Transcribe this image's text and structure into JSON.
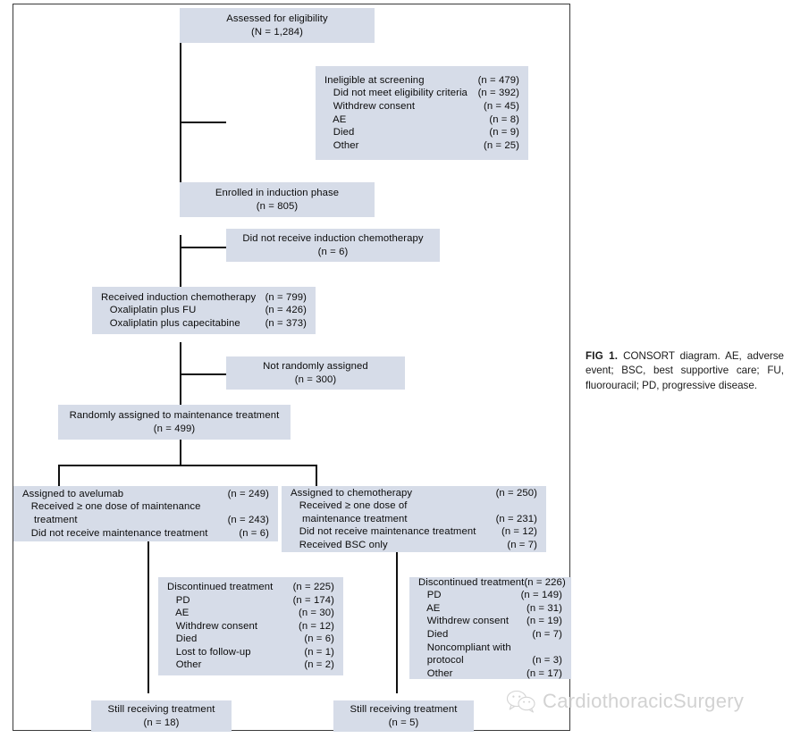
{
  "figure": {
    "caption_label": "FIG 1.",
    "caption_text": " CONSORT diagram. AE, adverse event; BSC, best supportive care; FU, fluorouracil; PD, progressive disease."
  },
  "watermark": {
    "icon": "wechat-icon",
    "text": "CardiothoracicSurgery"
  },
  "chart_data": {
    "type": "diagram",
    "title": "CONSORT diagram",
    "nodes": [
      {
        "id": "assessed",
        "lines": [
          "Assessed for eligibility",
          "(N = 1,284)"
        ]
      },
      {
        "id": "ineligible",
        "rows": [
          {
            "label": "Ineligible at screening",
            "n": "(n = 479)"
          },
          {
            "label": "   Did not meet eligibility criteria",
            "n": "(n = 392)"
          },
          {
            "label": "   Withdrew consent",
            "n": "(n = 45)"
          },
          {
            "label": "   AE",
            "n": "(n = 8)"
          },
          {
            "label": "   Died",
            "n": "(n = 9)"
          },
          {
            "label": "   Other",
            "n": "(n = 25)"
          }
        ]
      },
      {
        "id": "enrolled",
        "lines": [
          "Enrolled in induction phase",
          "(n = 805)"
        ]
      },
      {
        "id": "no-induction",
        "lines": [
          "Did not receive induction chemotherapy",
          "(n = 6)"
        ]
      },
      {
        "id": "received-induction",
        "rows": [
          {
            "label": "Received induction chemotherapy",
            "n": "(n = 799)"
          },
          {
            "label": "   Oxaliplatin plus FU",
            "n": "(n = 426)"
          },
          {
            "label": "   Oxaliplatin plus capecitabine",
            "n": "(n = 373)"
          }
        ]
      },
      {
        "id": "not-randomized",
        "lines": [
          "Not randomly assigned",
          "(n = 300)"
        ]
      },
      {
        "id": "randomized",
        "lines": [
          "Randomly assigned to maintenance treatment",
          "(n = 499)"
        ]
      },
      {
        "id": "avelumab-arm",
        "rows": [
          {
            "label": "Assigned to avelumab",
            "n": "(n = 249)"
          },
          {
            "label": "   Received ≥ one dose of maintenance",
            "n": ""
          },
          {
            "label": "    treatment",
            "n": "(n = 243)"
          },
          {
            "label": "   Did not receive maintenance treatment",
            "n": "(n = 6)"
          }
        ]
      },
      {
        "id": "chemo-arm",
        "rows": [
          {
            "label": "Assigned to chemotherapy",
            "n": "(n = 250)"
          },
          {
            "label": "   Received ≥ one dose of",
            "n": ""
          },
          {
            "label": "    maintenance treatment",
            "n": "(n = 231)"
          },
          {
            "label": "   Did not receive maintenance treatment",
            "n": "(n = 12)"
          },
          {
            "label": "   Received BSC only",
            "n": "(n = 7)"
          }
        ]
      },
      {
        "id": "avelumab-discontinued",
        "rows": [
          {
            "label": "Discontinued treatment",
            "n": "(n = 225)"
          },
          {
            "label": "   PD",
            "n": "(n = 174)"
          },
          {
            "label": "   AE",
            "n": "(n = 30)"
          },
          {
            "label": "   Withdrew consent",
            "n": "(n = 12)"
          },
          {
            "label": "   Died",
            "n": "(n = 6)"
          },
          {
            "label": "   Lost to follow-up",
            "n": "(n = 1)"
          },
          {
            "label": "   Other",
            "n": "(n = 2)"
          }
        ]
      },
      {
        "id": "chemo-discontinued",
        "rows": [
          {
            "label": "Discontinued treatment",
            "n": "(n = 226)"
          },
          {
            "label": "   PD",
            "n": "(n = 149)"
          },
          {
            "label": "   AE",
            "n": "(n = 31)"
          },
          {
            "label": "   Withdrew consent",
            "n": "(n = 19)"
          },
          {
            "label": "   Died",
            "n": "(n = 7)"
          },
          {
            "label": "   Noncompliant with",
            "n": ""
          },
          {
            "label": "   protocol",
            "n": "(n = 3)"
          },
          {
            "label": "   Other",
            "n": "(n = 17)"
          }
        ]
      },
      {
        "id": "avelumab-still",
        "lines": [
          "Still receiving treatment",
          "(n = 18)"
        ]
      },
      {
        "id": "chemo-still",
        "lines": [
          "Still receiving treatment",
          "(n = 5)"
        ]
      }
    ],
    "box_fill": "#d6dce8",
    "line_color": "#101010"
  }
}
